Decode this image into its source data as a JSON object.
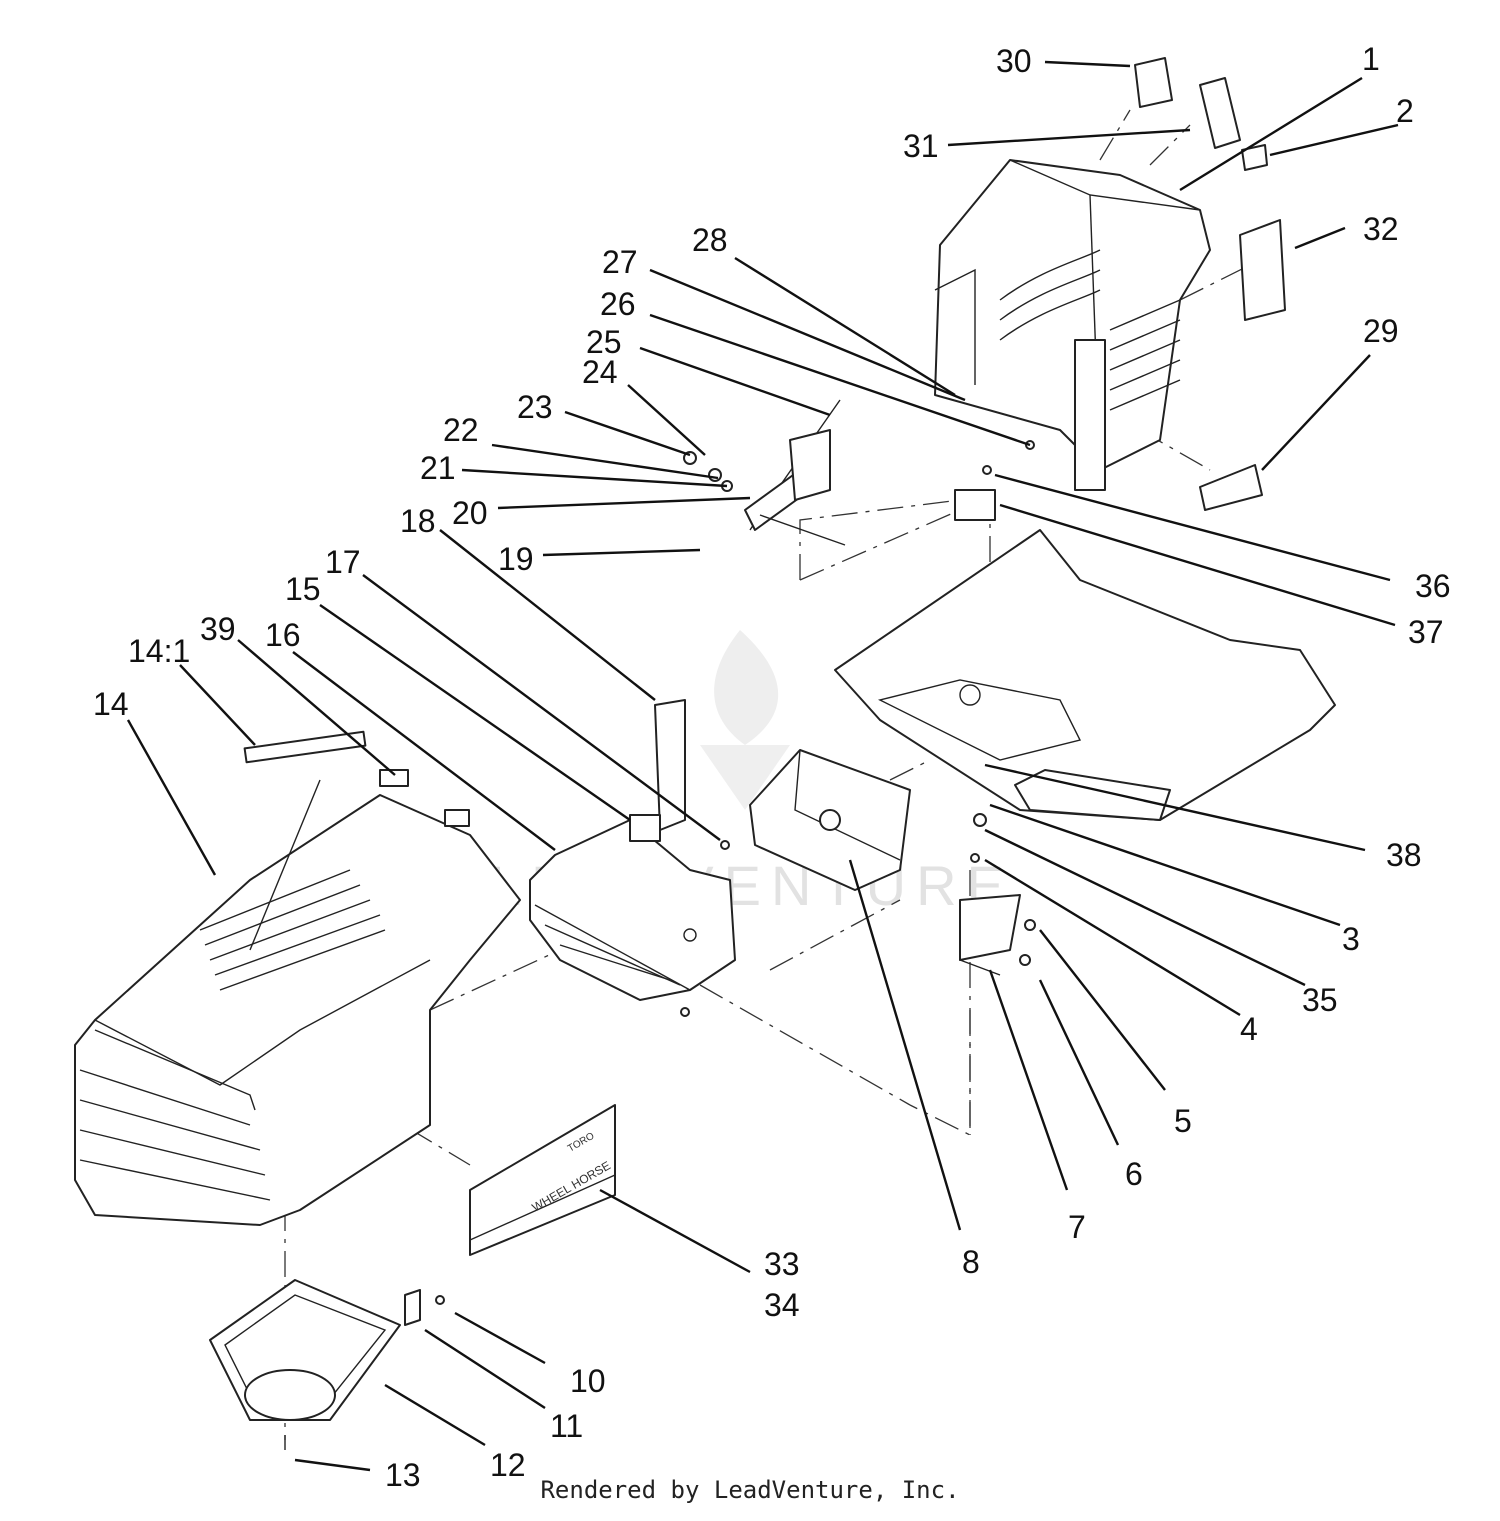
{
  "watermark": "LEADVENTURE",
  "footer": "Rendered by LeadVenture, Inc.",
  "callouts": {
    "c1": "1",
    "c2": "2",
    "c3": "3",
    "c4": "4",
    "c5": "5",
    "c6": "6",
    "c7": "7",
    "c8": "8",
    "c10": "10",
    "c11": "11",
    "c12": "12",
    "c13": "13",
    "c14": "14",
    "c14_1": "14:1",
    "c15": "15",
    "c16": "16",
    "c17": "17",
    "c18": "18",
    "c19": "19",
    "c20": "20",
    "c21": "21",
    "c22": "22",
    "c23": "23",
    "c24": "24",
    "c25": "25",
    "c26": "26",
    "c27": "27",
    "c28": "28",
    "c29": "29",
    "c30": "30",
    "c31": "31",
    "c32": "32",
    "c33": "33",
    "c34": "34",
    "c35": "35",
    "c36": "36",
    "c37": "37",
    "c38": "38",
    "c39": "39"
  },
  "decal_text": {
    "brand_a": "TORO",
    "brand_b": "WHEEL HORSE"
  }
}
